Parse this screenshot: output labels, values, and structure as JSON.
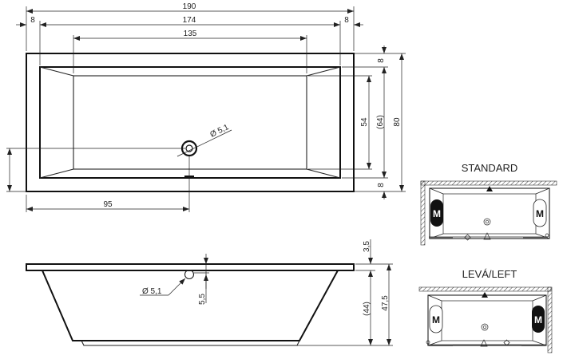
{
  "top_view": {
    "overall_length": "190",
    "inner_length": "174",
    "rim_left": "8",
    "rim_right": "8",
    "bottom_length": "135",
    "rim_top": "8",
    "rim_bottom": "8",
    "bottom_width": "54",
    "inner_width": "(64)",
    "overall_width": "80",
    "drain_diameter": "Ø 5,1",
    "drain_offset": "95"
  },
  "side_view": {
    "rim_height": "3,5",
    "overall_height": "47,5",
    "inner_depth": "(44)",
    "overflow_offset": "5,5",
    "overflow_diameter": "Ø 5,1"
  },
  "layouts": [
    {
      "title": "STANDARD",
      "motor_label": "M"
    },
    {
      "title": "LEVÁ/LEFT",
      "motor_label": "M"
    }
  ]
}
